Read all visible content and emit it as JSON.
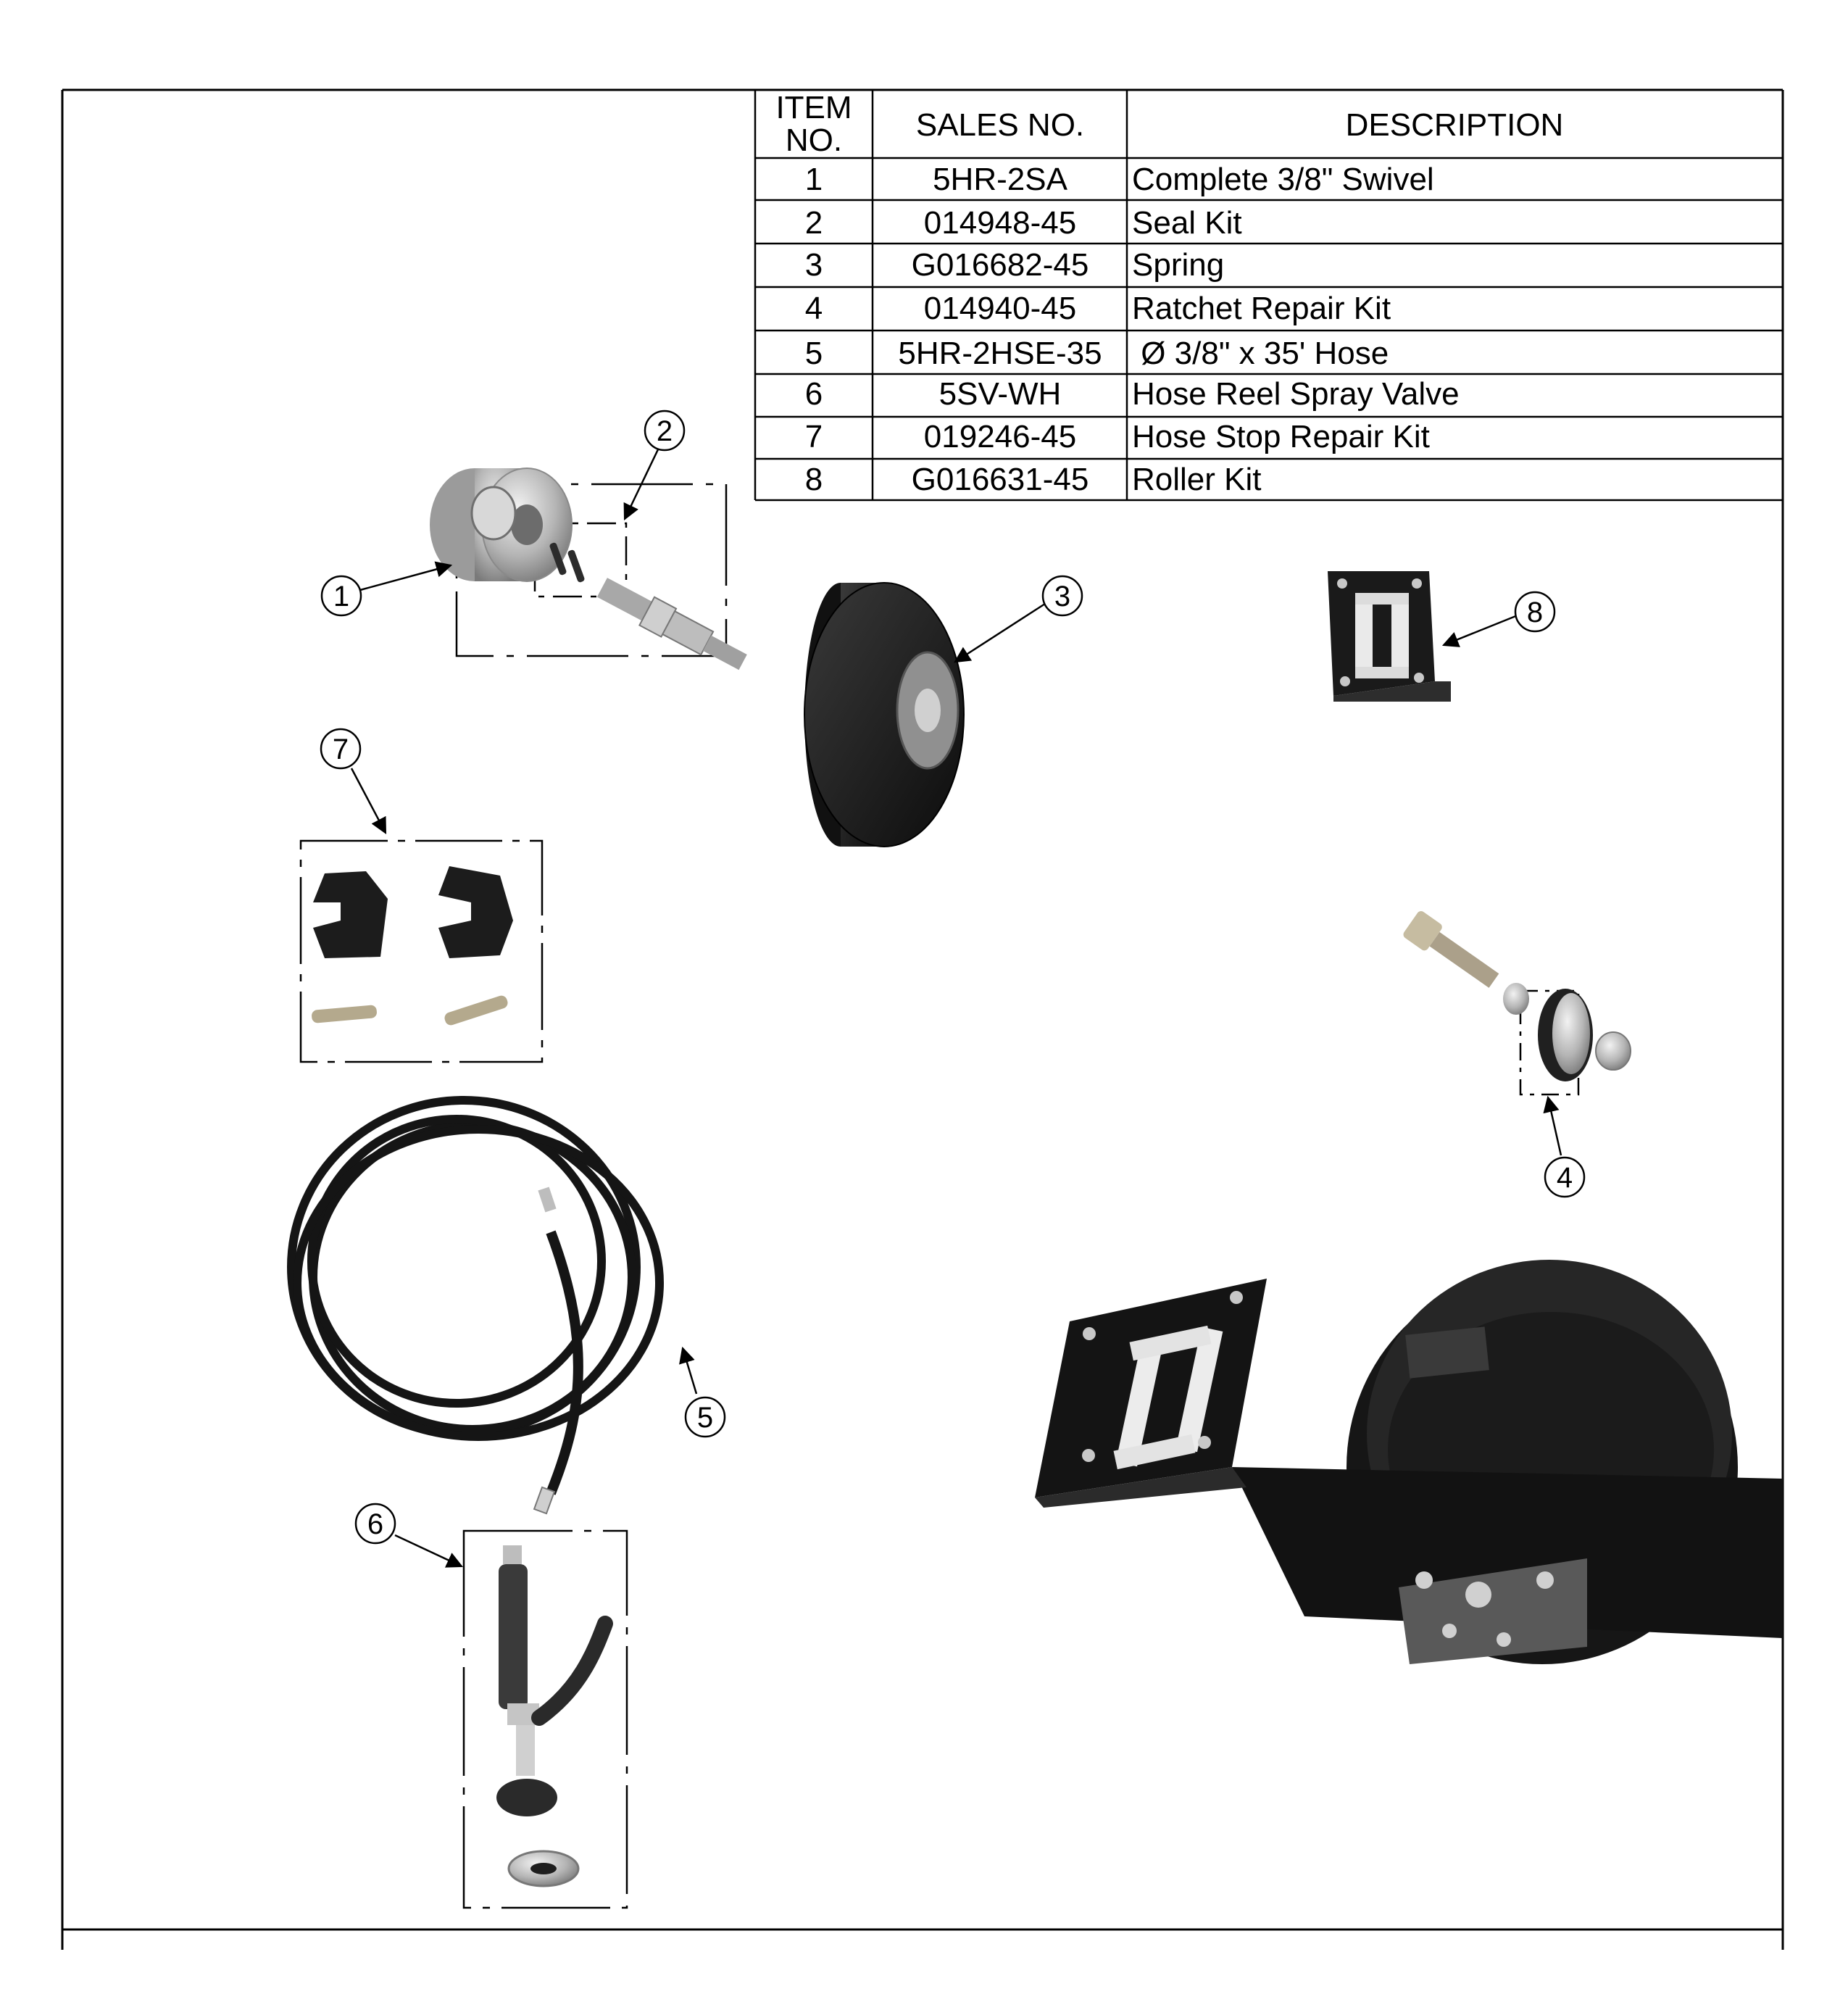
{
  "parts_table": {
    "headers": {
      "item_line1": "ITEM",
      "item_line2": "NO.",
      "sales": "SALES NO.",
      "description": "DESCRIPTION"
    },
    "rows": [
      {
        "item": "1",
        "sales": "5HR-2SA",
        "description": "Complete 3/8\" Swivel"
      },
      {
        "item": "2",
        "sales": "014948-45",
        "description": "Seal Kit"
      },
      {
        "item": "3",
        "sales": "G016682-45",
        "description": "Spring"
      },
      {
        "item": "4",
        "sales": "014940-45",
        "description": "Ratchet Repair Kit"
      },
      {
        "item": "5",
        "sales": "5HR-2HSE-35",
        "description": " Ø 3/8\" x 35' Hose"
      },
      {
        "item": "6",
        "sales": "5SV-WH",
        "description": "Hose Reel Spray Valve"
      },
      {
        "item": "7",
        "sales": "019246-45",
        "description": "Hose Stop Repair Kit"
      },
      {
        "item": "8",
        "sales": "G016631-45",
        "description": "Roller Kit"
      }
    ]
  },
  "balloons": [
    "1",
    "2",
    "3",
    "4",
    "5",
    "6",
    "7",
    "8"
  ],
  "colors": {
    "line": "#000000",
    "part_dark": "#1c1c1c",
    "metal": "#b9b9b9",
    "roller": "#eeeeee"
  }
}
